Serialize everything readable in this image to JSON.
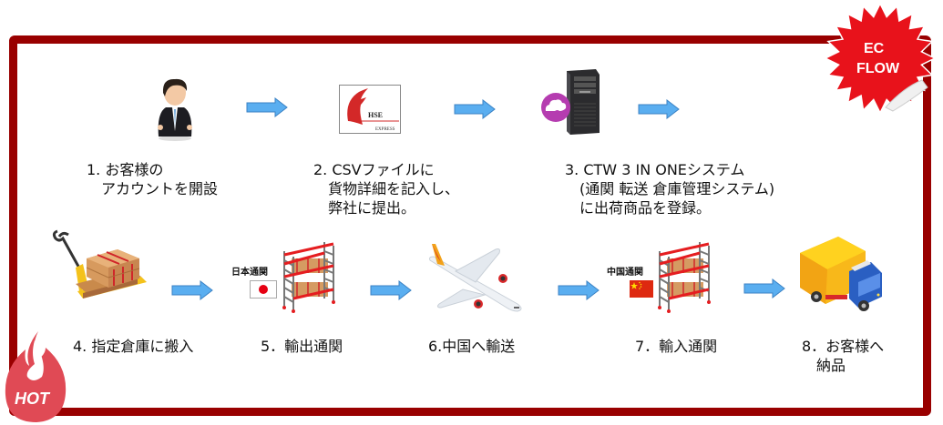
{
  "badges": {
    "ec_flow": {
      "line1": "EC",
      "line2": "FLOW",
      "color": "#e8121b"
    },
    "hot": {
      "text": "HOT",
      "color": "#e04a55"
    }
  },
  "colors": {
    "frame": "#990000",
    "arrow_fill": "#5aaef0",
    "arrow_stroke": "#3b82c4"
  },
  "steps": [
    {
      "id": 1,
      "icon": "businessman-icon",
      "line1": "1. お客様の",
      "line2": "　アカウントを開設",
      "line3": ""
    },
    {
      "id": 2,
      "icon": "hse-express-logo",
      "logo_text": "HSE",
      "logo_sub": "EXPRESS",
      "line1": "2. CSVファイルに",
      "line2": "　貨物詳細を記入し、",
      "line3": "　弊社に提出。"
    },
    {
      "id": 3,
      "icon": "cloud-server-icon",
      "line1": "3. CTW 3 IN ONEシステム",
      "line2": "　(通関 転送 倉庫管理システム)",
      "line3": "　に出荷商品を登録。"
    },
    {
      "id": 4,
      "icon": "pallet-jack-icon",
      "line1": "4. 指定倉庫に搬入"
    },
    {
      "id": 5,
      "icon": "warehouse-rack-icon",
      "caption": "日本通関",
      "flag": "japan-flag",
      "line1": "5．輸出通関"
    },
    {
      "id": 6,
      "icon": "airplane-icon",
      "line1": "6.中国へ輸送"
    },
    {
      "id": 7,
      "icon": "warehouse-rack-icon",
      "caption": "中国通関",
      "flag": "china-flag",
      "line1": "7．輸入通関"
    },
    {
      "id": 8,
      "icon": "delivery-truck-icon",
      "line1": "8．お客様へ",
      "line2": "　納品"
    }
  ]
}
